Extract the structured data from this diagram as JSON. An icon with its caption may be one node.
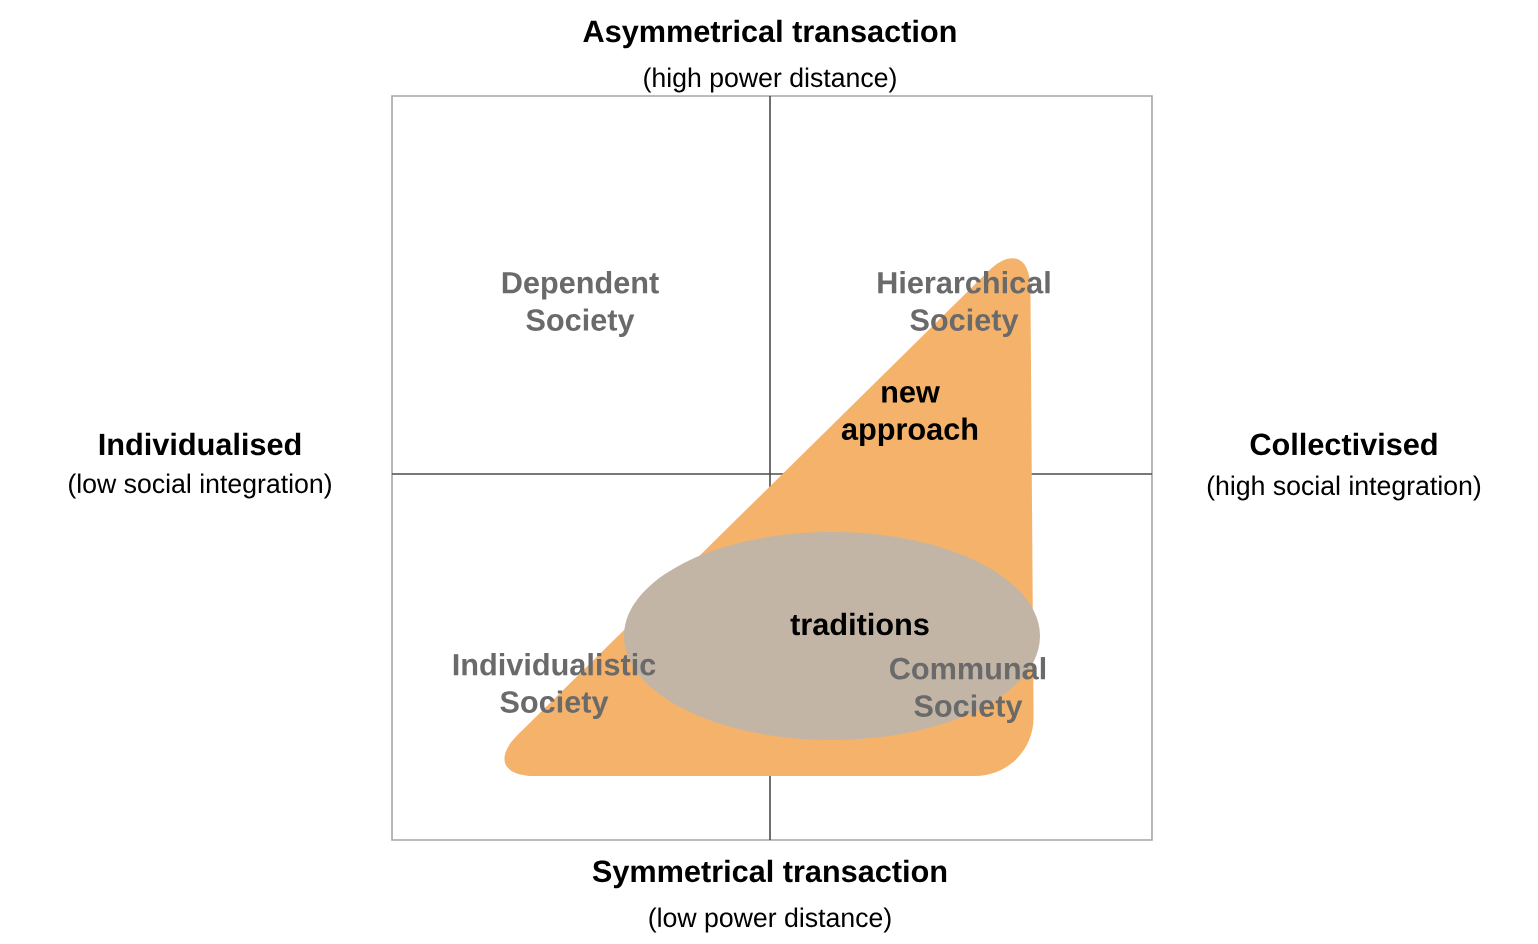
{
  "diagram": {
    "nodes": [
      {
        "text": [
          "new approach"
        ]
      },
      {
        "text": [
          "traditions"
        ],
        "in": 0
      }
    ],
    "labels": [
      "Asymmetrical transaction",
      "(high power distance)",
      "Dependent Society",
      "Hierarchical Society",
      "Individualised",
      "(low social integration)",
      "Collectivised",
      "(high social integration)",
      "Individualistic Society",
      "Communal Society",
      "Symmetrical transaction",
      "(low power distance)"
    ]
  }
}
